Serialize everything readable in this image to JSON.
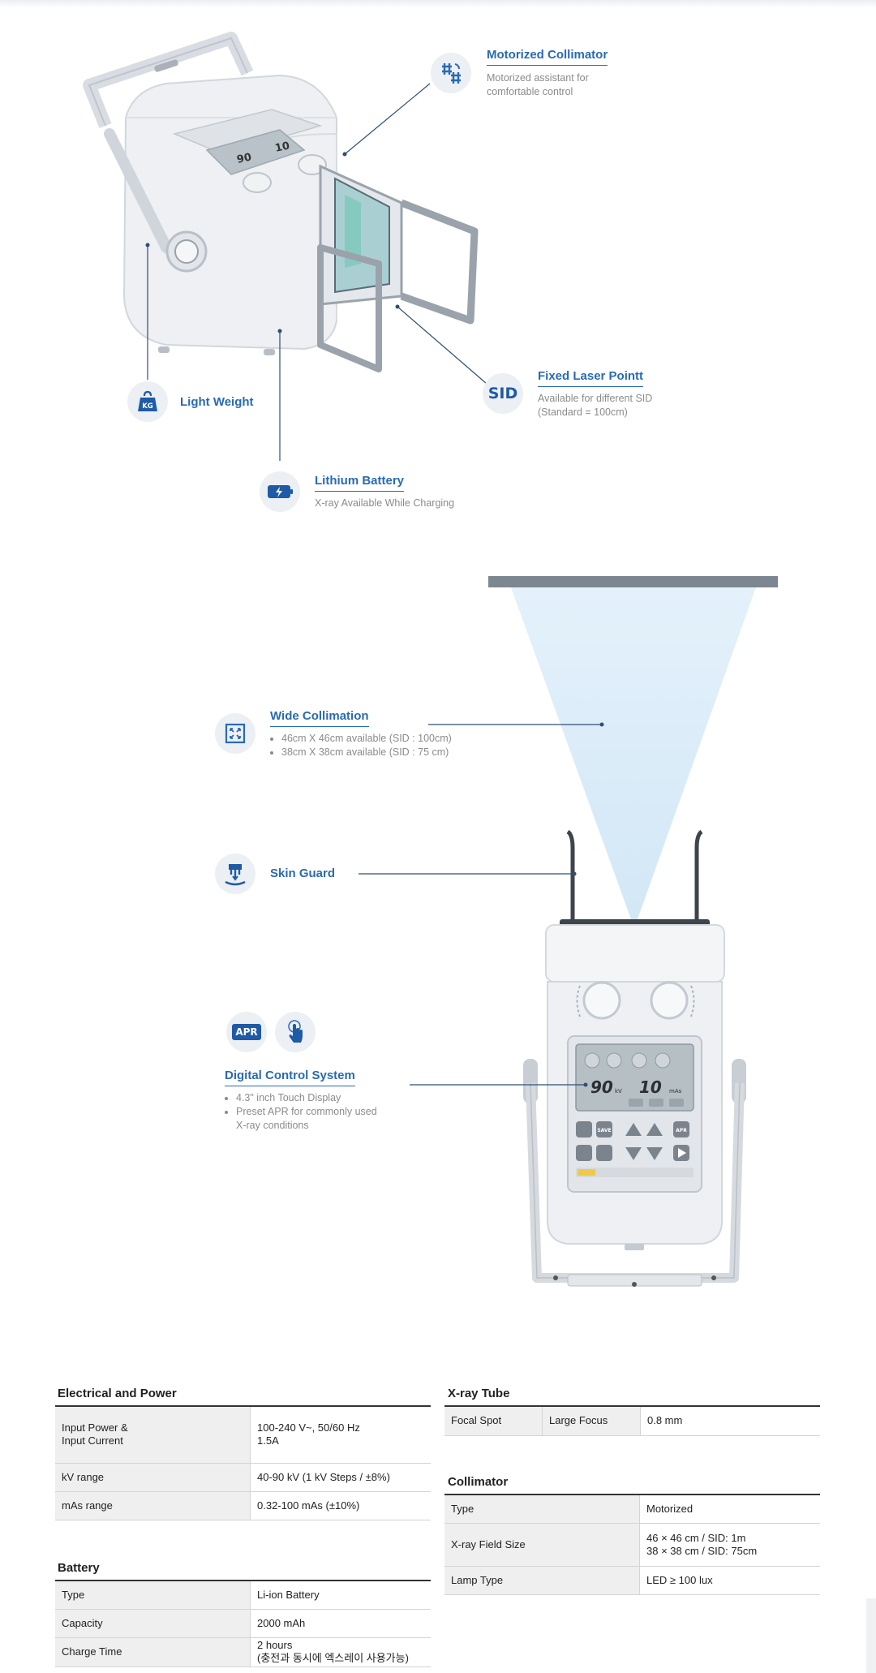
{
  "features": {
    "motorized_collimator": {
      "title": "Motorized Collimator",
      "desc": [
        "Motorized assistant for",
        "comfortable control"
      ]
    },
    "light_weight": {
      "title": "Light Weight",
      "icon_label": "KG"
    },
    "fixed_laser": {
      "title": "Fixed Laser Pointt",
      "icon_label": "SID",
      "desc": [
        "Available for different SID",
        "(Standard = 100cm)"
      ]
    },
    "lithium_battery": {
      "title": "Lithium Battery",
      "desc": [
        "X-ray Available While Charging"
      ]
    },
    "wide_collimation": {
      "title": "Wide Collimation",
      "bullets": [
        "46cm X 46cm available (SID : 100cm)",
        "38cm X 38cm available (SID : 75 cm)"
      ]
    },
    "skin_guard": {
      "title": "Skin Guard"
    },
    "digital_control": {
      "title": "Digital Control System",
      "icon_label": "APR",
      "bullets": [
        "4.3\" inch Touch Display",
        "Preset APR for commonly used",
        "X-ray conditions"
      ]
    }
  },
  "device_panel": {
    "kv_value": "90",
    "kv_unit": "kV",
    "mas_value": "10",
    "mas_unit": "mAs",
    "save_label": "SAVE",
    "apr_label": "APR"
  },
  "specs": {
    "electrical": {
      "title": "Electrical and Power",
      "rows": [
        {
          "label": [
            "Input Power &",
            "Input Current"
          ],
          "value": [
            "100-240 V~, 50/60 Hz",
            "1.5A"
          ]
        },
        {
          "label": [
            "kV range"
          ],
          "value": [
            "40-90 kV (1 kV Steps / ±8%)"
          ]
        },
        {
          "label": [
            "mAs range"
          ],
          "value": [
            "0.32-100 mAs (±10%)"
          ]
        }
      ]
    },
    "battery": {
      "title": "Battery",
      "rows": [
        {
          "label": [
            "Type"
          ],
          "value": [
            "Li-ion Battery"
          ]
        },
        {
          "label": [
            "Capacity"
          ],
          "value": [
            "2000 mAh"
          ]
        },
        {
          "label": [
            "Charge Time"
          ],
          "value": [
            "2 hours",
            "(충전과 동시에 엑스레이 사용가능)"
          ]
        }
      ]
    },
    "xray_tube": {
      "title": "X-ray Tube",
      "rows": [
        {
          "label": "Focal Spot",
          "sub": "Large Focus",
          "value": "0.8 mm"
        }
      ]
    },
    "collimator": {
      "title": "Collimator",
      "rows": [
        {
          "label": [
            "Type"
          ],
          "value": [
            "Motorized"
          ]
        },
        {
          "label": [
            "X-ray Field Size"
          ],
          "value": [
            "46 × 46 cm / SID: 1m",
            "38 × 38 cm / SID: 75cm"
          ]
        },
        {
          "label": [
            "Lamp Type"
          ],
          "value": [
            "LED ≥ 100 lux"
          ]
        }
      ]
    }
  },
  "colors": {
    "accent": "#2a6ab3",
    "line": "#2f4f74",
    "beam": "#dcecf8",
    "bar": "#7d8791"
  }
}
